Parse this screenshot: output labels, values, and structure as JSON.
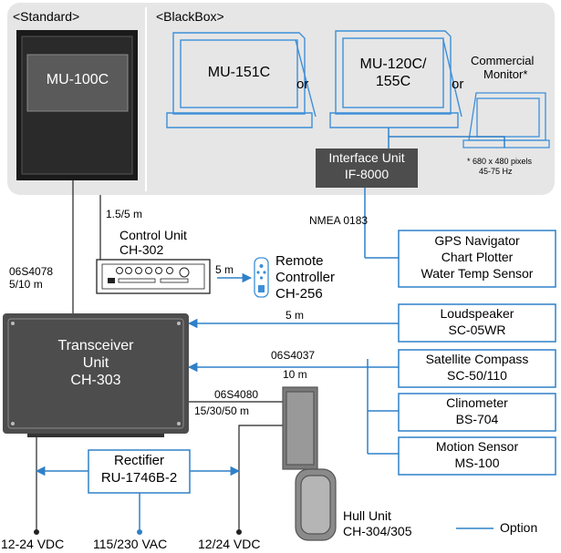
{
  "colors": {
    "option_line": "#2f80c8",
    "wire": "#222222",
    "panel_bg": "#e6e6e6",
    "box_dark": "#4d4d4d",
    "monitor_blue": "#3d8fd9"
  },
  "displays": {
    "standard_header": "<Standard>",
    "blackbox_header": "<BlackBox>",
    "mu100c": "MU-100C",
    "mu151c": "MU-151C",
    "or1": "or",
    "mu120c_line1": "MU-120C/",
    "mu120c_line2": "155C",
    "or2": "or",
    "commercial_line1": "Commercial",
    "commercial_line2": "Monitor*",
    "footnote_line1": "* 680 x 480 pixels",
    "footnote_line2": "45-75 Hz"
  },
  "interface_unit": {
    "line1": "Interface Unit",
    "line2": "IF-8000"
  },
  "cables": {
    "control_cable": "1.5/5 m",
    "nmea": "NMEA 0183",
    "main_cable_line1": "06S4078",
    "main_cable_line2": "5/10 m",
    "remote_cable": "5 m",
    "speaker_cable": "5 m",
    "sensor_cable_line1": "06S4037",
    "sensor_cable_line2": "10 m",
    "hull_cable_line1": "06S4080",
    "hull_cable_line2": "15/30/50 m"
  },
  "control_unit": {
    "line1": "Control Unit",
    "line2": "CH-302"
  },
  "remote": {
    "line1": "Remote",
    "line2": "Controller",
    "line3": "CH-256"
  },
  "gps_box": {
    "line1": "GPS Navigator",
    "line2": "Chart Plotter",
    "line3": "Water Temp Sensor"
  },
  "transceiver": {
    "line1": "Transceiver",
    "line2": "Unit",
    "line3": "CH-303"
  },
  "loudspeaker": {
    "line1": "Loudspeaker",
    "line2": "SC-05WR"
  },
  "compass": {
    "line1": "Satellite Compass",
    "line2": "SC-50/110"
  },
  "clinometer": {
    "line1": "Clinometer",
    "line2": "BS-704"
  },
  "motion": {
    "line1": "Motion Sensor",
    "line2": "MS-100"
  },
  "rectifier": {
    "line1": "Rectifier",
    "line2": "RU-1746B-2"
  },
  "hull_unit": {
    "line1": "Hull Unit",
    "line2": "CH-304/305"
  },
  "power": {
    "dc1": "12-24 VDC",
    "ac": "115/230 VAC",
    "dc2": "12/24 VDC"
  },
  "legend": {
    "option_label": "Option"
  }
}
